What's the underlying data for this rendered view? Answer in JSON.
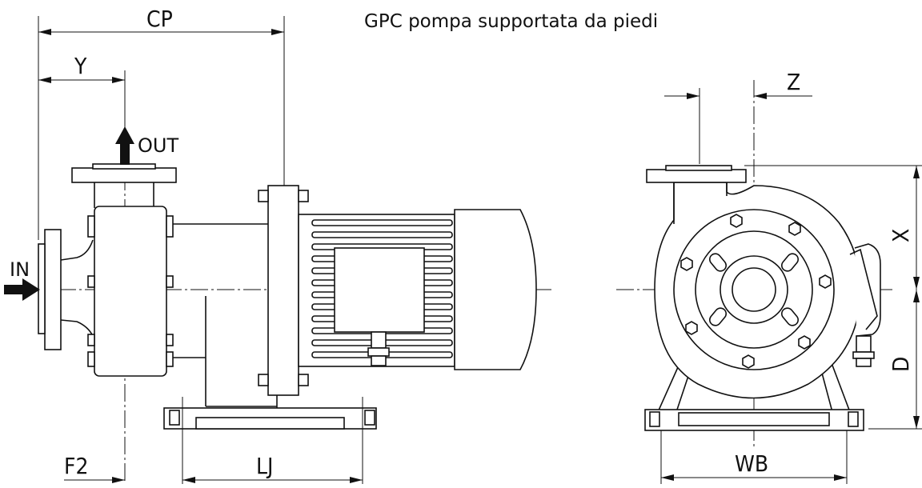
{
  "title": "GPC pompa supportata da piedi",
  "flow": {
    "inlet": "IN",
    "outlet": "OUT"
  },
  "dimensions": {
    "cp": "CP",
    "y": "Y",
    "f2": "F2",
    "lj": "LJ",
    "z": "Z",
    "x": "X",
    "d": "D",
    "wb": "WB"
  },
  "colors": {
    "line": "#111111",
    "background": "#ffffff"
  }
}
